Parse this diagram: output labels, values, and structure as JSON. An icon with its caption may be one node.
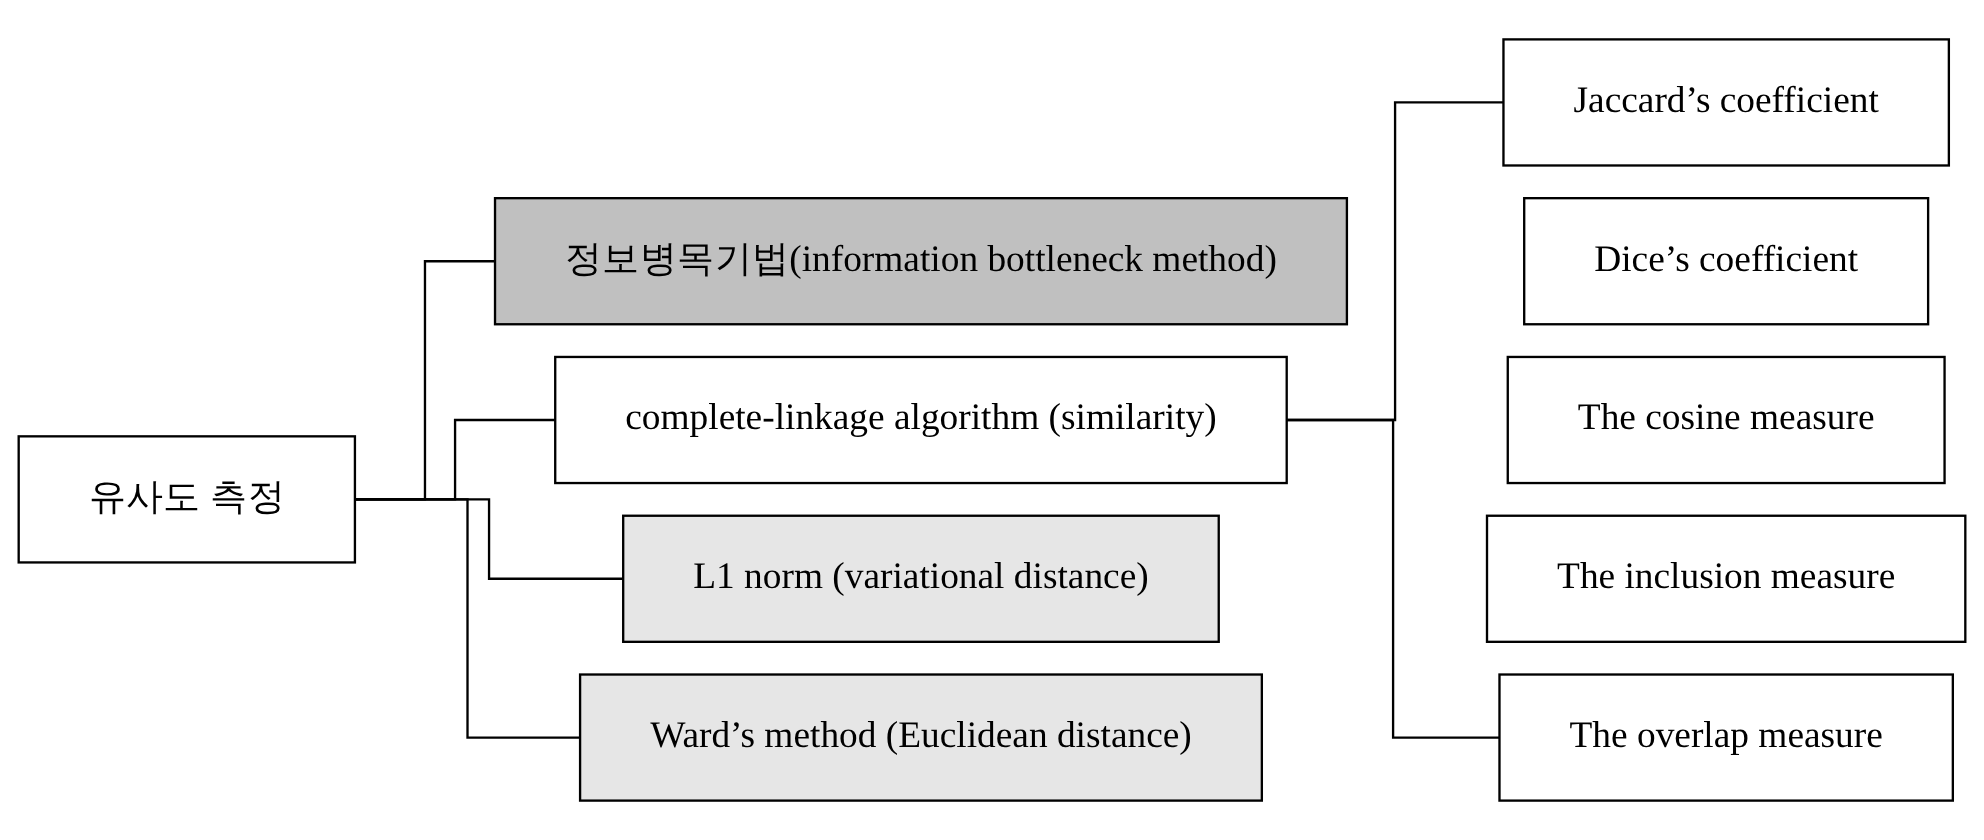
{
  "diagram": {
    "nodes": [
      {
        "text": [
          "유사도 측정"
        ]
      },
      {
        "text": [
          "정보병목기법(information bottleneck method)"
        ]
      },
      {
        "text": [
          "complete-linkage algorithm (similarity)"
        ]
      },
      {
        "text": [
          "L1 norm (variational distance)"
        ]
      },
      {
        "text": [
          "Ward’s method (Euclidean distance)"
        ]
      },
      {
        "text": [
          "Jaccard’s coefficient"
        ]
      },
      {
        "text": [
          "Dice’s coefficient"
        ]
      },
      {
        "text": [
          "The cosine measure"
        ]
      },
      {
        "text": [
          "The inclusion measure"
        ]
      },
      {
        "text": [
          "The overlap measure"
        ]
      }
    ],
    "edges": [
      {
        "from": 0,
        "to": 1,
        "arrow": "none"
      },
      {
        "from": 0,
        "to": 2,
        "arrow": "none"
      },
      {
        "from": 0,
        "to": 3,
        "arrow": "none"
      },
      {
        "from": 0,
        "to": 4,
        "arrow": "none"
      },
      {
        "from": 2,
        "to": 5,
        "arrow": "none"
      },
      {
        "from": 2,
        "to": 9,
        "arrow": "none"
      }
    ]
  }
}
